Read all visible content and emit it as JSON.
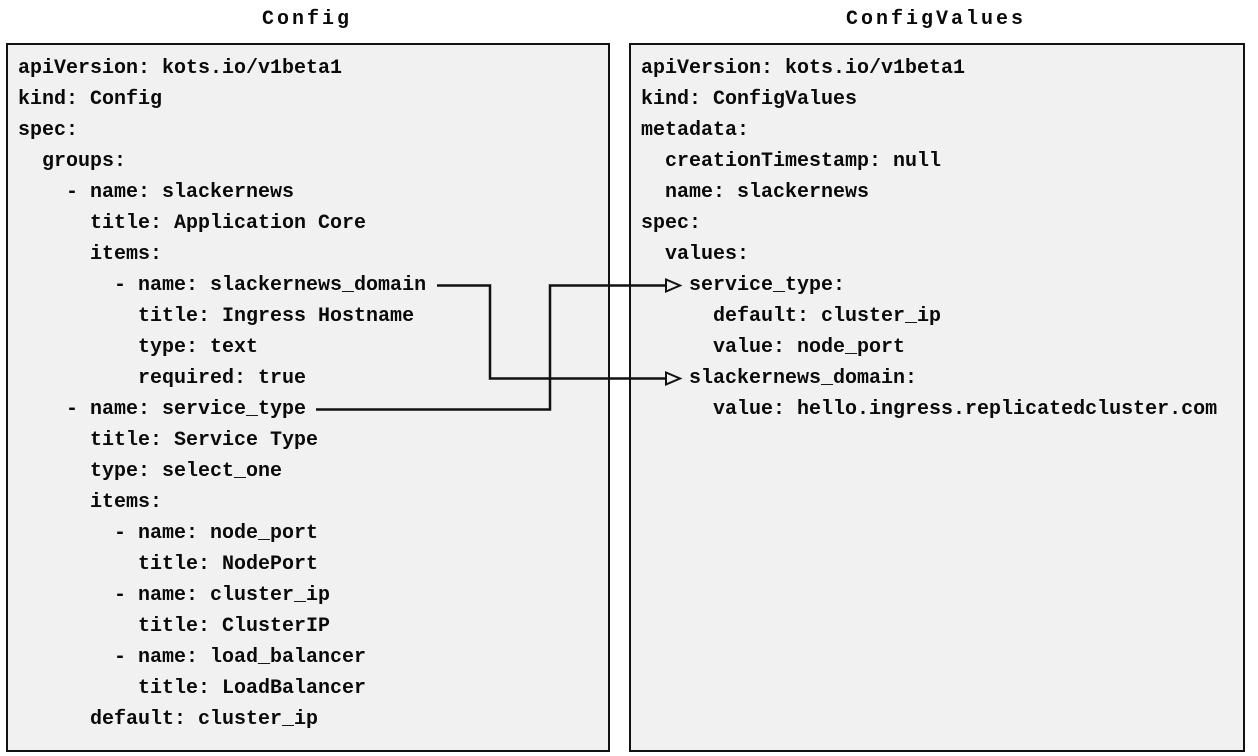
{
  "diagram": {
    "left_panel": {
      "title": "Config",
      "lines": [
        "apiVersion: kots.io/v1beta1",
        "kind: Config",
        "spec:",
        "  groups:",
        "    - name: slackernews",
        "      title: Application Core",
        "      items:",
        "        - name: slackernews_domain",
        "          title: Ingress Hostname",
        "          type: text",
        "          required: true",
        "    - name: service_type",
        "      title: Service Type",
        "      type: select_one",
        "      items:",
        "        - name: node_port",
        "          title: NodePort",
        "        - name: cluster_ip",
        "          title: ClusterIP",
        "        - name: load_balancer",
        "          title: LoadBalancer",
        "      default: cluster_ip"
      ]
    },
    "right_panel": {
      "title": "ConfigValues",
      "lines": [
        "apiVersion: kots.io/v1beta1",
        "kind: ConfigValues",
        "metadata:",
        "  creationTimestamp: null",
        "  name: slackernews",
        "spec:",
        "  values:",
        "    service_type:",
        "      default: cluster_ip",
        "      value: node_port",
        "    slackernews_domain:",
        "      value: hello.ingress.replicatedcluster.com"
      ]
    },
    "arrows": [
      {
        "from": "Config item name: slackernews_domain",
        "to": "ConfigValues spec.values.slackernews_domain"
      },
      {
        "from": "Config item name: service_type",
        "to": "ConfigValues spec.values.service_type"
      }
    ],
    "colors": {
      "panel_background": "#f1f1f1",
      "panel_border": "#111111",
      "text": "#0a0a0a",
      "arrow": "#111111"
    }
  }
}
